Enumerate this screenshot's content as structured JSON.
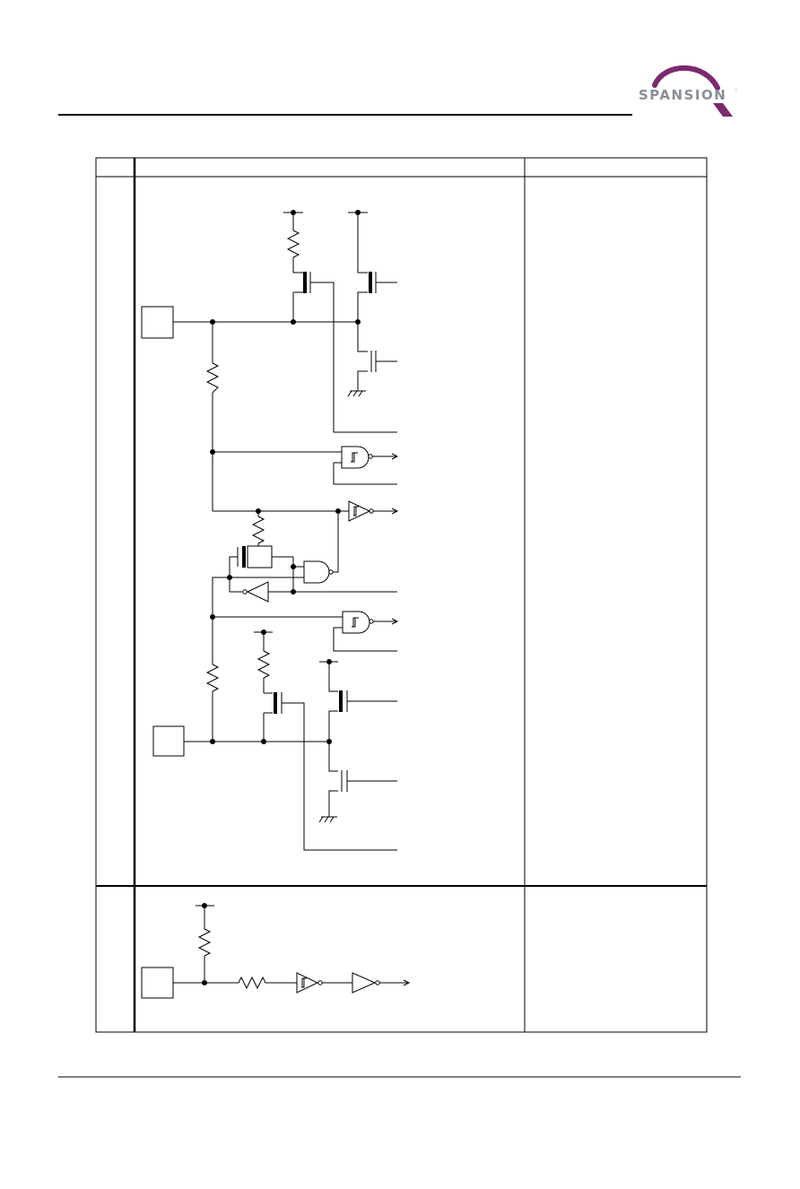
{
  "header": {
    "logo_text": "SPANSION",
    "logo_tm": "™",
    "brand_color": "#7b2a6e",
    "logo_text_color": "#8a8f96"
  },
  "table": {
    "columns": [
      "",
      "",
      ""
    ],
    "rows": [
      {
        "type": "",
        "circuit": "schematic-upper",
        "remarks": ""
      },
      {
        "type": "",
        "circuit": "schematic-lower",
        "remarks": ""
      }
    ]
  },
  "footer": {}
}
